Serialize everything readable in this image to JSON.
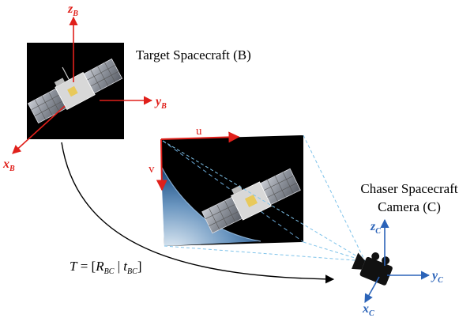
{
  "frames": {
    "target": {
      "title": "Target Spacecraft (B)",
      "axes": {
        "z": {
          "letter": "z",
          "sub": "B"
        },
        "y": {
          "letter": "y",
          "sub": "B"
        },
        "x": {
          "letter": "x",
          "sub": "B"
        }
      }
    },
    "chaser": {
      "title_line1": "Chaser Spacecraft",
      "title_line2": "Camera (C)",
      "axes": {
        "z": {
          "letter": "z",
          "sub": "C"
        },
        "y": {
          "letter": "y",
          "sub": "C"
        },
        "x": {
          "letter": "x",
          "sub": "C"
        }
      }
    }
  },
  "image_plane": {
    "u_label": "u",
    "v_label": "v"
  },
  "transform": {
    "T": "T",
    "eq": " = [",
    "R": "R",
    "R_sub": "BC",
    "sep": " | ",
    "t": "t",
    "t_sub": "BC",
    "close": "]"
  },
  "colors": {
    "target_axis": "#e0201b",
    "chaser_axis": "#2b63b8",
    "projection_dash": "#7fc3ea",
    "arc": "#000000"
  },
  "icons": [
    "satellite-icon",
    "camera-icon",
    "earth-limb-icon"
  ]
}
